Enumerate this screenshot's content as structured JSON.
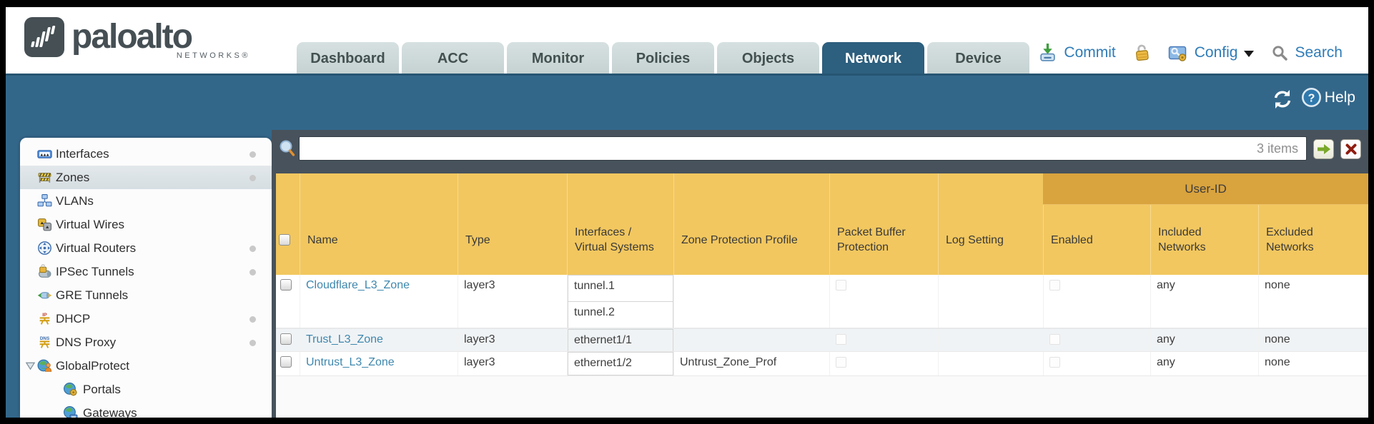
{
  "header": {
    "logo": {
      "brand": "paloalto",
      "sub": "NETWORKS®"
    },
    "tabs": [
      {
        "label": "Dashboard",
        "active": false
      },
      {
        "label": "ACC",
        "active": false
      },
      {
        "label": "Monitor",
        "active": false
      },
      {
        "label": "Policies",
        "active": false
      },
      {
        "label": "Objects",
        "active": false
      },
      {
        "label": "Network",
        "active": true
      },
      {
        "label": "Device",
        "active": false
      }
    ],
    "tools": {
      "commit": "Commit",
      "config": "Config",
      "search": "Search"
    }
  },
  "band": {
    "help": "Help"
  },
  "filter": {
    "value": "",
    "count": "3 items"
  },
  "sidebar": {
    "items": [
      {
        "label": "Interfaces",
        "icon": "interfaces-icon",
        "dot": true,
        "selected": false
      },
      {
        "label": "Zones",
        "icon": "zones-icon",
        "dot": true,
        "selected": true
      },
      {
        "label": "VLANs",
        "icon": "vlans-icon",
        "dot": false,
        "selected": false
      },
      {
        "label": "Virtual Wires",
        "icon": "virtual-wires-icon",
        "dot": false,
        "selected": false
      },
      {
        "label": "Virtual Routers",
        "icon": "virtual-routers-icon",
        "dot": true,
        "selected": false
      },
      {
        "label": "IPSec Tunnels",
        "icon": "ipsec-tunnels-icon",
        "dot": true,
        "selected": false
      },
      {
        "label": "GRE Tunnels",
        "icon": "gre-tunnels-icon",
        "dot": false,
        "selected": false
      },
      {
        "label": "DHCP",
        "icon": "dhcp-icon",
        "dot": true,
        "selected": false
      },
      {
        "label": "DNS Proxy",
        "icon": "dns-proxy-icon",
        "dot": true,
        "selected": false
      },
      {
        "label": "GlobalProtect",
        "icon": "globalprotect-icon",
        "dot": false,
        "selected": false,
        "expanded": true
      },
      {
        "label": "Portals",
        "icon": "portals-icon",
        "dot": false,
        "selected": false,
        "indent": true
      },
      {
        "label": "Gateways",
        "icon": "gateways-icon",
        "dot": false,
        "selected": false,
        "indent": true
      }
    ]
  },
  "table": {
    "group_header": "User-ID",
    "columns": [
      {
        "label": ""
      },
      {
        "label": "Name"
      },
      {
        "label": "Type"
      },
      {
        "label": "Interfaces / Virtual Systems"
      },
      {
        "label": "Zone Protection Profile"
      },
      {
        "label": "Packet Buffer Protection"
      },
      {
        "label": "Log Setting"
      },
      {
        "label": "Enabled"
      },
      {
        "label": "Included Networks"
      },
      {
        "label": "Excluded Networks"
      }
    ],
    "rows": [
      {
        "name": "Cloudflare_L3_Zone",
        "type": "layer3",
        "interfaces": [
          "tunnel.1",
          "tunnel.2"
        ],
        "zone_protection_profile": "",
        "log_setting": "",
        "included_networks": "any",
        "excluded_networks": "none"
      },
      {
        "name": "Trust_L3_Zone",
        "type": "layer3",
        "interfaces": [
          "ethernet1/1"
        ],
        "zone_protection_profile": "",
        "log_setting": "",
        "included_networks": "any",
        "excluded_networks": "none"
      },
      {
        "name": "Untrust_L3_Zone",
        "type": "layer3",
        "interfaces": [
          "ethernet1/2"
        ],
        "zone_protection_profile": "Untrust_Zone_Prof",
        "log_setting": "",
        "included_networks": "any",
        "excluded_networks": "none"
      }
    ]
  },
  "colors": {
    "teal_band": "#33678a",
    "slate_bar": "#47525c",
    "header_amber": "#f2c75f",
    "userid_amber": "#d9a33e",
    "link_blue": "#3e87ae",
    "tool_blue": "#2e7cb8",
    "active_tab": "#2d5f7e"
  }
}
